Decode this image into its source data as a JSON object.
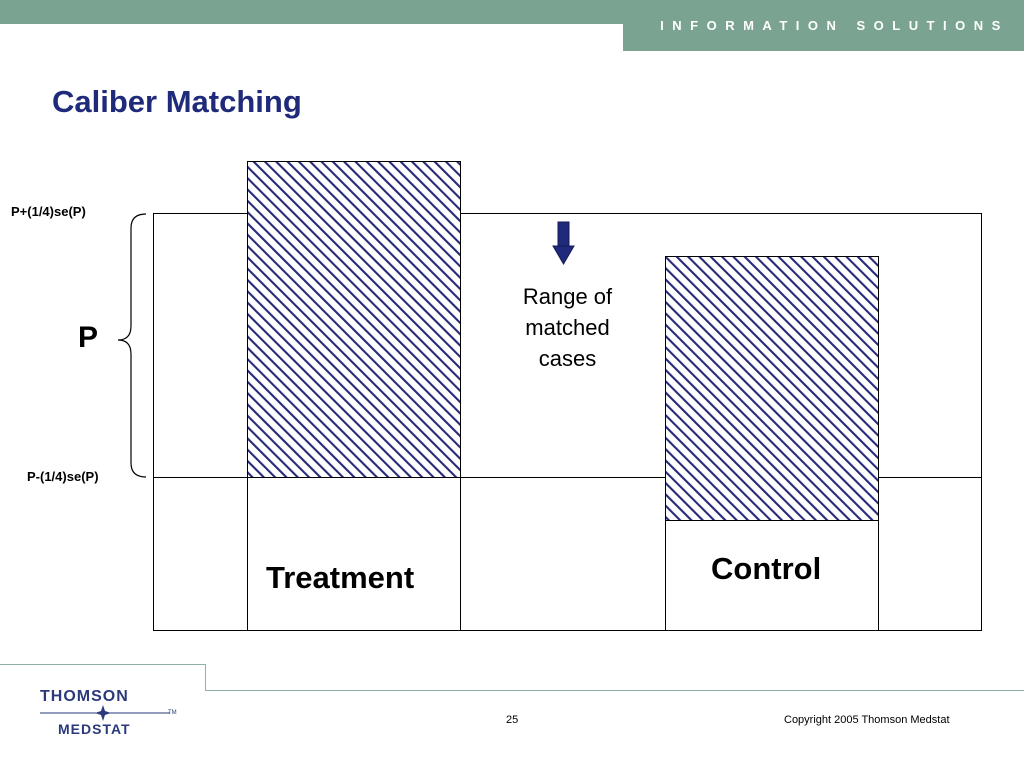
{
  "colors": {
    "accent": "#7aa491",
    "title": "#1f2a7a",
    "hatch": "#262a78",
    "logo": "#2a3a7a",
    "footer_line": "#8fb2a2"
  },
  "header": {
    "brand_text": "INFORMATION SOLUTIONS"
  },
  "slide": {
    "title": "Caliber Matching"
  },
  "diagram": {
    "p_label": "P",
    "upper_label": "P+(1/4)se(P)",
    "lower_label": "P-(1/4)se(P)",
    "range_label_lines": [
      "Range of",
      "matched",
      "cases"
    ],
    "treatment_label": "Treatment",
    "control_label": "Control"
  },
  "footer": {
    "logo_top": "THOMSON",
    "logo_bottom": "MEDSTAT",
    "logo_tm": "TM",
    "page_number": "25",
    "copyright": "Copyright 2005 Thomson Medstat"
  }
}
